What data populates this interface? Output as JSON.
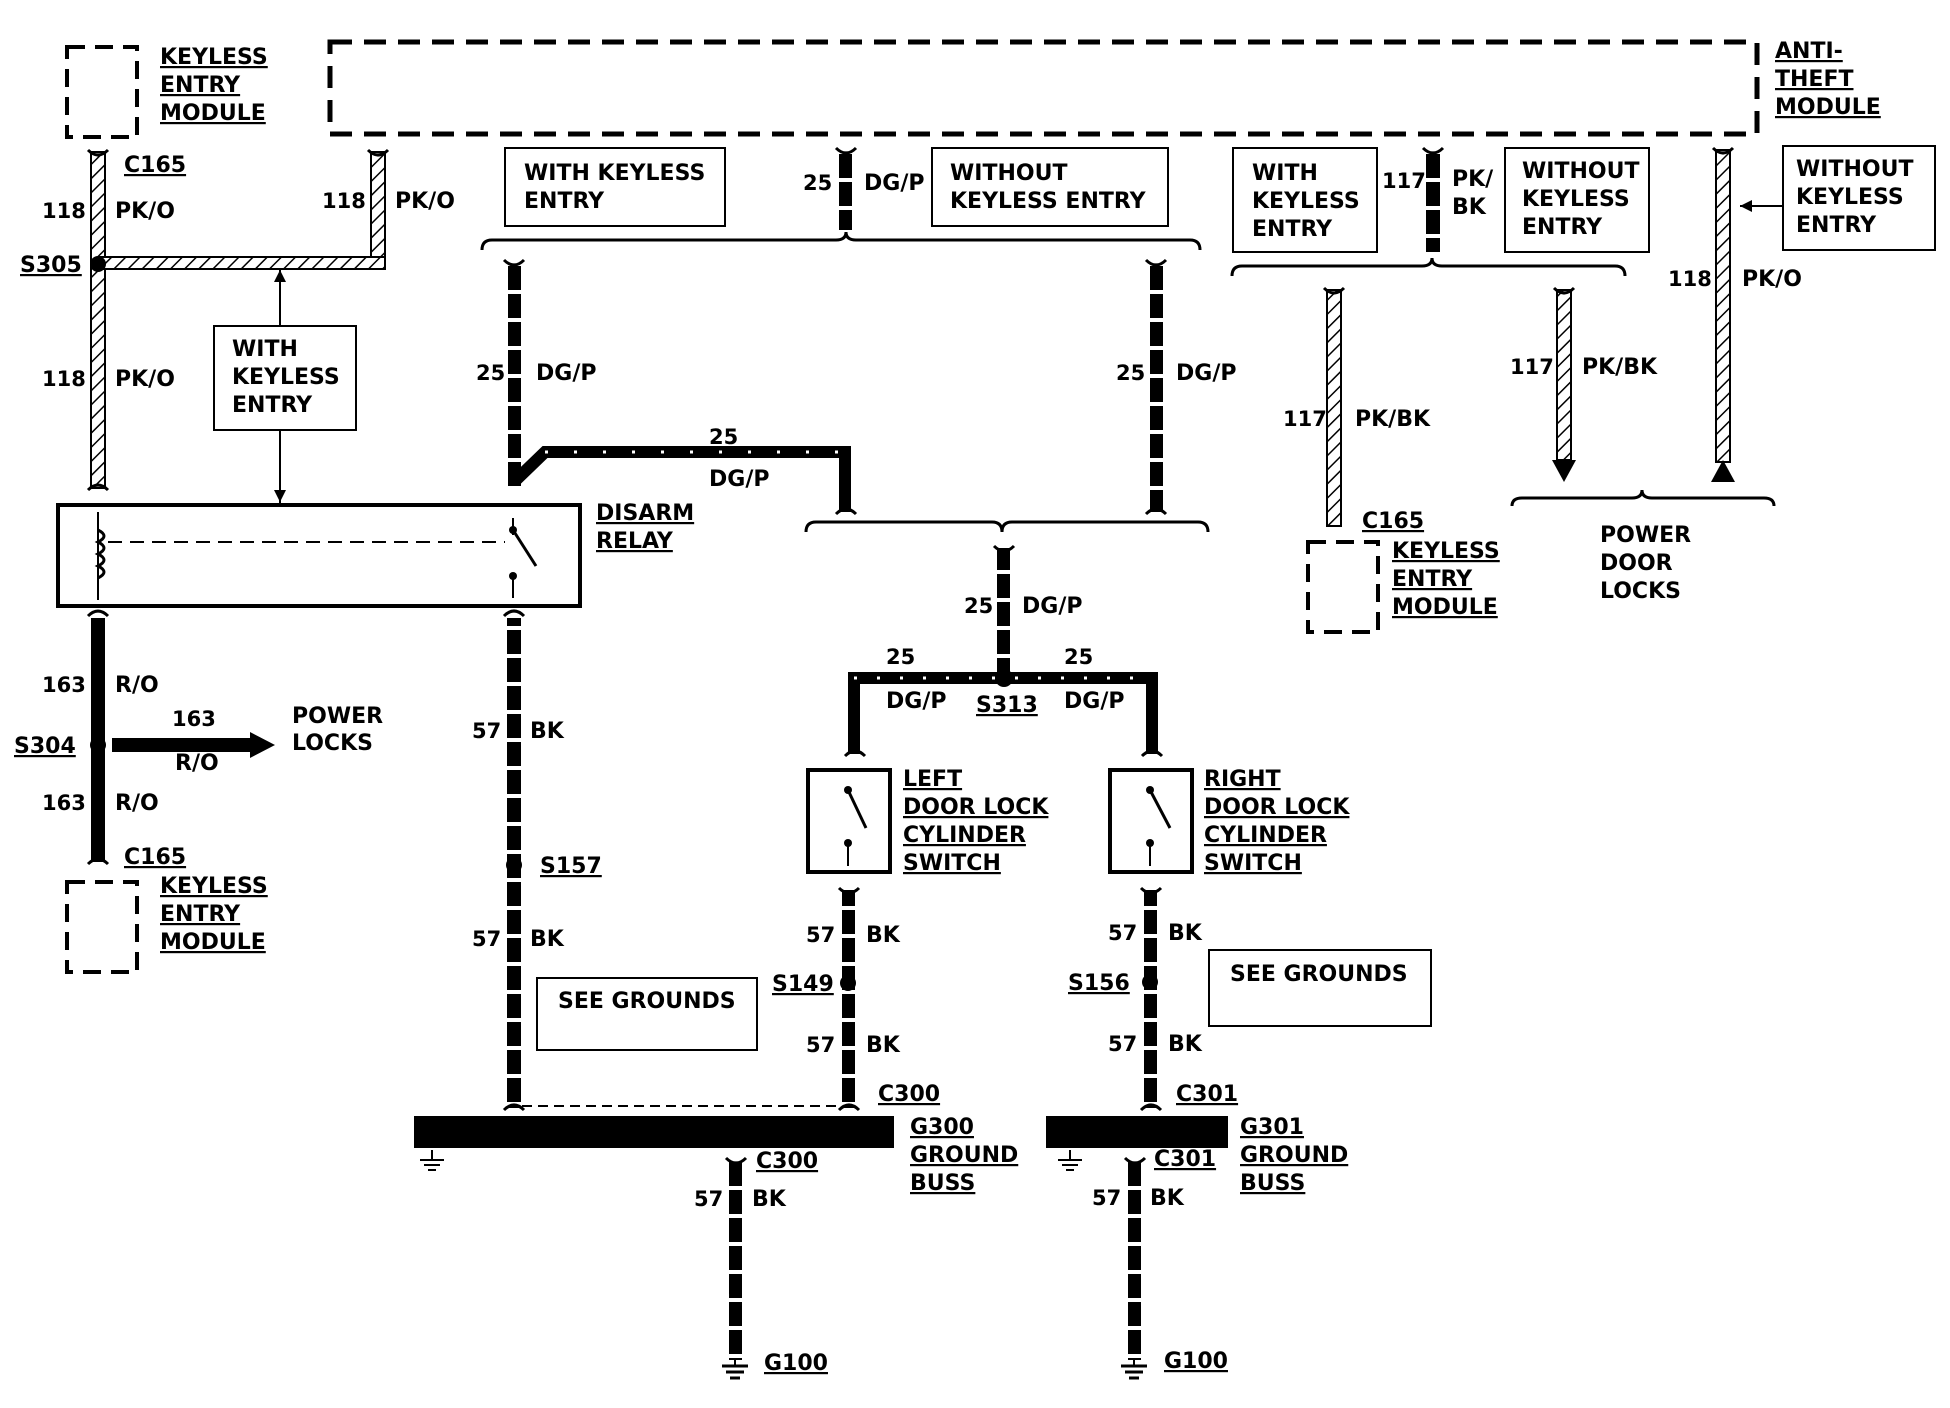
{
  "modules": {
    "keyless_top_left": [
      "KEYLESS",
      "ENTRY",
      "MODULE"
    ],
    "anti_theft": [
      "ANTI-",
      "THEFT",
      "MODULE"
    ],
    "keyless_right": [
      "KEYLESS",
      "ENTRY",
      "MODULE"
    ],
    "keyless_bottom_left": [
      "KEYLESS",
      "ENTRY",
      "MODULE"
    ]
  },
  "boxes": {
    "with_keyless_top": [
      "WITH KEYLESS",
      "ENTRY"
    ],
    "without_keyless_top": [
      "WITHOUT",
      "KEYLESS ENTRY"
    ],
    "with_keyless_mid": [
      "WITH",
      "KEYLESS",
      "ENTRY"
    ],
    "with_keyless_right": [
      "WITH",
      "KEYLESS",
      "ENTRY"
    ],
    "without_keyless_right": [
      "WITHOUT",
      "KEYLESS",
      "ENTRY"
    ],
    "without_keyless_far": [
      "WITHOUT",
      "KEYLESS",
      "ENTRY"
    ],
    "see_grounds_1": "SEE GROUNDS",
    "see_grounds_2": "SEE GROUNDS"
  },
  "connectors": {
    "c165": "C165",
    "c300": "C300",
    "c301": "C301"
  },
  "splices": {
    "s305": "S305",
    "s304": "S304",
    "s157": "S157",
    "s313": "S313",
    "s149": "S149",
    "s156": "S156"
  },
  "components": {
    "disarm_relay": [
      "DISARM",
      "RELAY"
    ],
    "left_switch": [
      "LEFT",
      "DOOR LOCK",
      "CYLINDER",
      "SWITCH"
    ],
    "right_switch": [
      "RIGHT",
      "DOOR LOCK",
      "CYLINDER",
      "SWITCH"
    ],
    "g300": [
      "G300",
      "GROUND",
      "BUSS"
    ],
    "g301": [
      "G301",
      "GROUND",
      "BUSS"
    ],
    "g100": "G100",
    "power_locks": [
      "POWER",
      "LOCKS"
    ],
    "power_door_locks": [
      "POWER",
      "DOOR",
      "LOCKS"
    ]
  },
  "wires": {
    "c118": "118",
    "pko": "PK/O",
    "c25": "25",
    "dgp": "DG/P",
    "c117": "117",
    "pk_slash": "PK/",
    "bk_short": "BK",
    "pkbk": "PK/BK",
    "c163": "163",
    "ro": "R/O",
    "c57": "57",
    "bk": "BK"
  }
}
